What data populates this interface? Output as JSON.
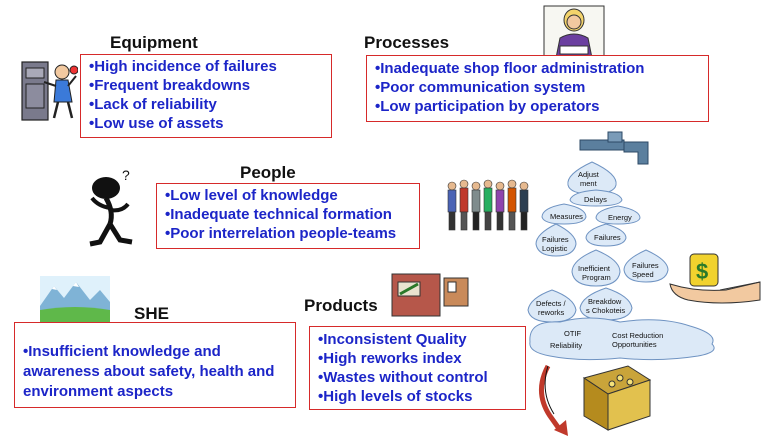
{
  "sections": {
    "equipment": {
      "title": "Equipment",
      "items": [
        "•High incidence of failures",
        "•Frequent  breakdowns",
        "•Lack of reliability",
        "•Low use of  assets"
      ]
    },
    "processes": {
      "title": "Processes",
      "items": [
        "•Inadequate shop floor administration",
        "•Poor communication system",
        "•Low participation by operators"
      ]
    },
    "people": {
      "title": "People",
      "items": [
        "•Low level of knowledge",
        "•Inadequate technical formation",
        "•Poor interrelation people-teams"
      ]
    },
    "she": {
      "title": "SHE",
      "items": [
        "•Insufficient knowledge and awareness about  safety, health and environment aspects"
      ]
    },
    "products": {
      "title": "Products",
      "items": [
        "•Inconsistent Quality",
        "•High reworks index",
        "•Wastes without control",
        "•High levels of stocks"
      ]
    }
  },
  "drops": {
    "adjustment": [
      "Adjust",
      "ment"
    ],
    "delays": "Delays",
    "measures": "Measures",
    "energy": "Energy",
    "failures_logistic": [
      "Failures",
      "Logistic"
    ],
    "failures": "Failures",
    "inefficient_program": [
      "Inefficient",
      "Program"
    ],
    "failures_speed": [
      "Failures",
      "Speed"
    ],
    "defects_reworks": [
      "Defects /",
      "reworks"
    ],
    "breakdowns": [
      "Breakdow",
      "s Chokoteis"
    ],
    "pool_otif": "OTIF",
    "pool_reliability": "Reliability",
    "pool_cost": [
      "Cost Reduction",
      "Opportunities"
    ]
  },
  "colors": {
    "text": "#1c25c8",
    "border": "#d62a2a",
    "drop": "#dce9f7",
    "drop_border": "#6f93c2"
  }
}
